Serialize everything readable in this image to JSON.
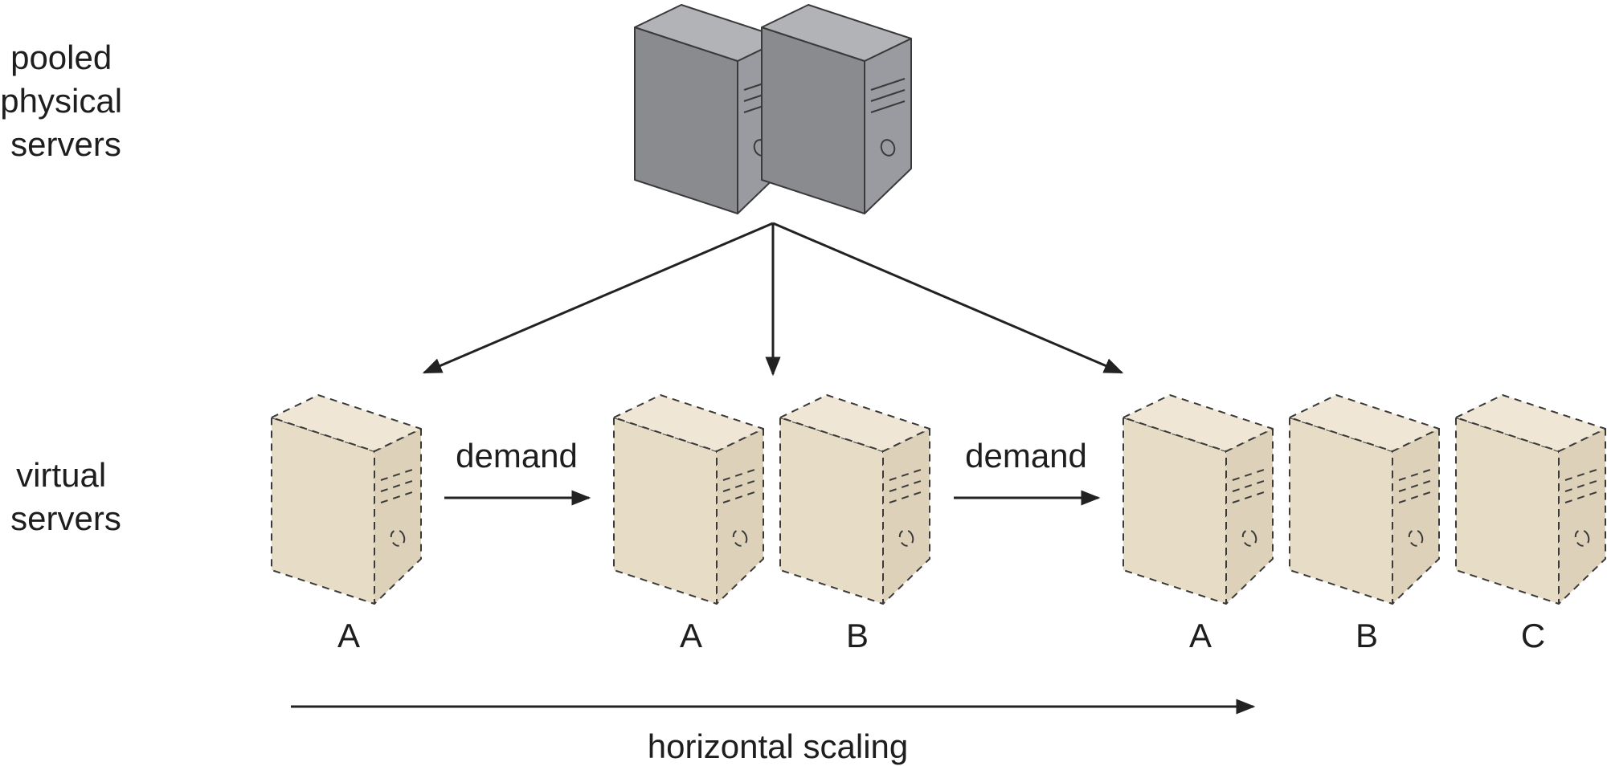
{
  "diagram": {
    "side_labels": {
      "physical": [
        "pooled",
        "physical",
        "servers"
      ],
      "virtual": [
        "virtual",
        "servers"
      ]
    },
    "demand_label": "demand",
    "scaling_label": "horizontal scaling",
    "groups": [
      {
        "servers": [
          "A"
        ]
      },
      {
        "servers": [
          "A",
          "B"
        ]
      },
      {
        "servers": [
          "A",
          "B",
          "C"
        ]
      }
    ],
    "colors": {
      "physical_front": "#8a8b8f",
      "physical_side": "#9a9ba0",
      "physical_top": "#b2b3b7",
      "virtual_front": "#e7dcc6",
      "virtual_side": "#ddd1b9",
      "virtual_top": "#efe6d5",
      "stroke": "#3a3a3a"
    }
  }
}
